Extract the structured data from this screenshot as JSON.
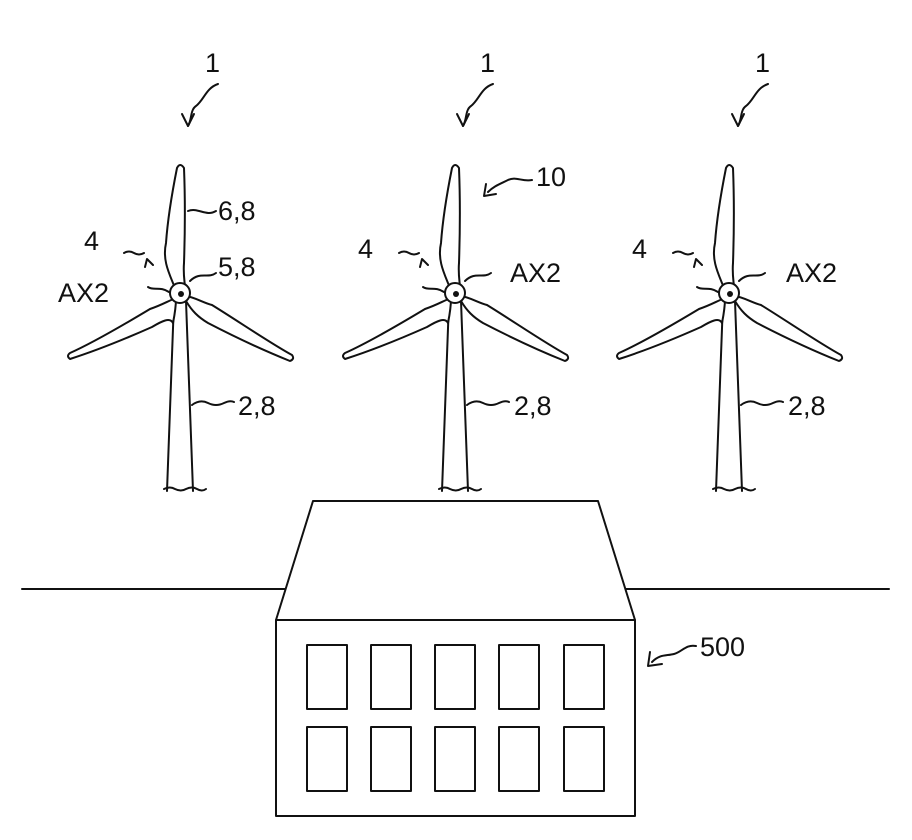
{
  "diagram": {
    "colors": {
      "line": "#111111",
      "background": "#ffffff"
    },
    "turbines": [
      {
        "ref": "1",
        "labels": {
          "rotor": "4",
          "hub_axis": "AX2",
          "hub": "5,8",
          "blade": "6,8",
          "tower": "2,8"
        }
      },
      {
        "ref": "1",
        "labels": {
          "rotor": "4",
          "hub_axis": "AX2",
          "system": "10",
          "tower": "2,8"
        }
      },
      {
        "ref": "1",
        "labels": {
          "rotor": "4",
          "hub_axis": "AX2",
          "tower": "2,8"
        }
      }
    ],
    "building": {
      "ref": "500"
    }
  }
}
